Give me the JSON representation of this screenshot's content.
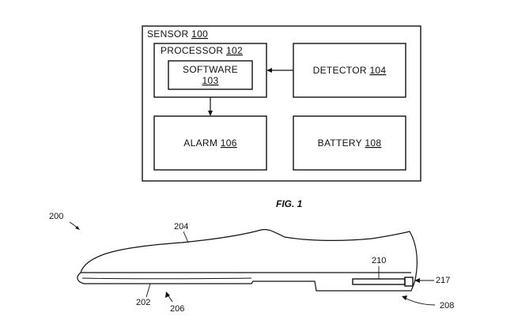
{
  "figure1": {
    "sensor": {
      "label": "SENSOR",
      "ref": "100"
    },
    "processor": {
      "label": "PROCESSOR",
      "ref": "102"
    },
    "software": {
      "label": "SOFTWARE",
      "ref": "103"
    },
    "detector": {
      "label": "DETECTOR",
      "ref": "104"
    },
    "alarm": {
      "label": "ALARM",
      "ref": "106"
    },
    "battery": {
      "label": "BATTERY",
      "ref": "108"
    },
    "caption": "FIG. 1"
  },
  "figure2": {
    "refs": {
      "shoe": "200",
      "upper": "204",
      "sole": "202",
      "sole_bottom": "206",
      "heel": "208",
      "sensor_strip": "210",
      "end_cap": "217"
    }
  }
}
